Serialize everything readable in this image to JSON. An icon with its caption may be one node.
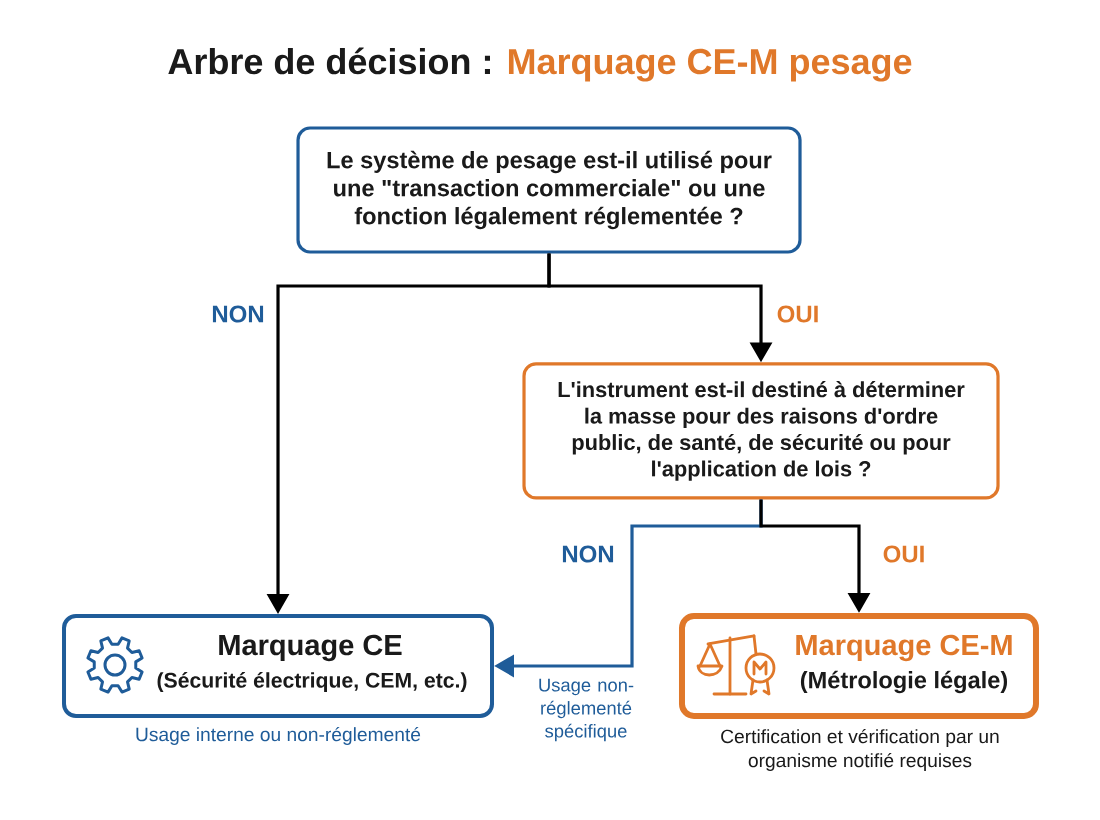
{
  "diagram": {
    "title": "Arbre de décision :",
    "nodes": [
      {
        "text": [
          "Le système de pesage est-il utilisé pour une \"transaction commerciale\" ou une fonction légalement réglementée ?"
        ]
      },
      {
        "text": [
          "L'instrument est-il destiné à déterminer la masse pour des raisons d'ordre public, de santé, de sécurité ou pour l'application de lois ?"
        ]
      },
      {
        "text": [
          "Marquage CE",
          "(Sécurité électrique, CEM, etc.)"
        ],
        "beside": [
          "Usage interne ou non-réglementé"
        ]
      },
      {
        "text": [
          "Marquage CE-M",
          "(Métrologie légale)"
        ],
        "beside": [
          "Certification et vérification par un organisme notifié requises"
        ]
      }
    ],
    "edges": [
      {
        "from": 0,
        "to": 2,
        "arrow": "to",
        "label": "NON"
      },
      {
        "from": 0,
        "to": 1,
        "arrow": "to",
        "label": "OUI"
      },
      {
        "from": 1,
        "to": 2,
        "arrow": "to",
        "label": "NON",
        "color": "#1f5c99"
      },
      {
        "from": 1,
        "to": 3,
        "arrow": "to",
        "label": "OUI"
      }
    ],
    "labels": [
      "Marquage CE-M pesage",
      "Usage non-réglementé spécifique"
    ]
  }
}
